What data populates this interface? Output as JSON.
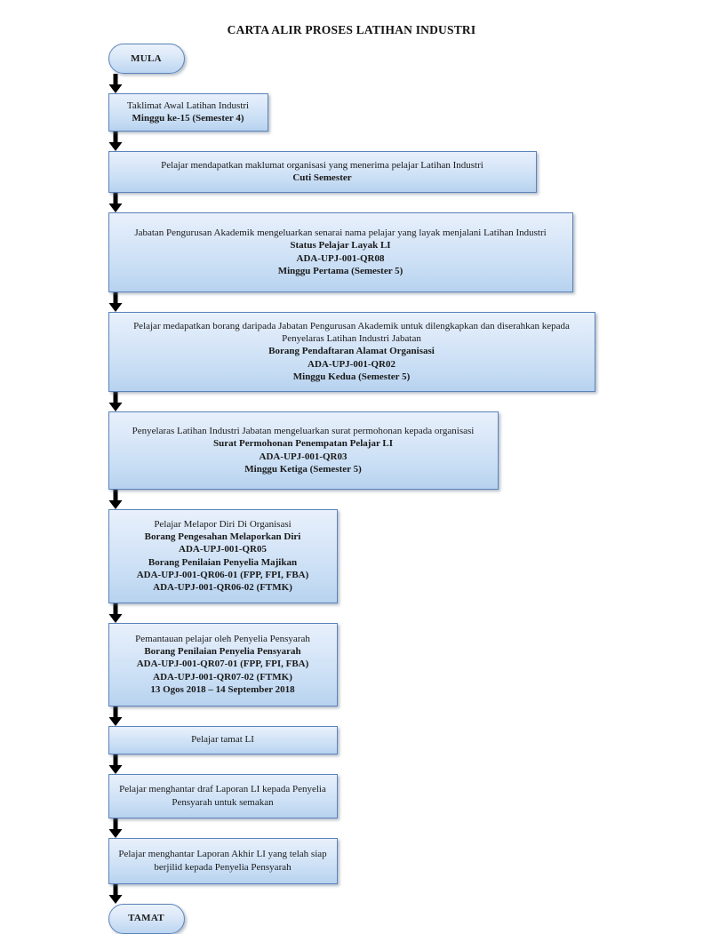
{
  "title": "CARTA ALIR PROSES LATIHAN INDUSTRI",
  "colors": {
    "node_fill_top": "#e8f0fb",
    "node_fill_bottom": "#b7d2ef",
    "node_border": "#5b83b9",
    "arrow": "#000000",
    "text": "#1a1a1a",
    "page_background": "#ffffff"
  },
  "nodes": [
    {
      "id": "start",
      "shape": "terminator",
      "name": "mula",
      "lines": [
        {
          "text": "MULA",
          "bold": true
        }
      ]
    },
    {
      "id": "step1",
      "shape": "process",
      "name": "taklimat-awal",
      "lines": [
        {
          "text": "Taklimat Awal Latihan Industri",
          "bold": false
        },
        {
          "text": "Minggu ke-15  (Semester 4)",
          "bold": true
        }
      ]
    },
    {
      "id": "step2",
      "shape": "process",
      "name": "maklumat-organisasi",
      "lines": [
        {
          "text": "Pelajar mendapatkan maklumat organisasi yang menerima pelajar Latihan Industri",
          "bold": false
        },
        {
          "text": "Cuti Semester",
          "bold": true
        }
      ]
    },
    {
      "id": "step3",
      "shape": "process",
      "name": "senarai-pelajar-layak",
      "lines": [
        {
          "text": "Jabatan Pengurusan Akademik mengeluarkan senarai nama pelajar yang layak menjalani Latihan Industri",
          "bold": false,
          "wrapped": true
        },
        {
          "text": "Status Pelajar Layak LI",
          "bold": true
        },
        {
          "text": "ADA-UPJ-001-QR08",
          "bold": true
        },
        {
          "text": "Minggu Pertama (Semester 5)",
          "bold": true
        }
      ]
    },
    {
      "id": "step4",
      "shape": "process",
      "name": "borang-pendaftaran-alamat",
      "lines": [
        {
          "text": "Pelajar medapatkan borang daripada Jabatan Pengurusan Akademik untuk dilengkapkan dan diserahkan kepada Penyelaras Latihan Industri Jabatan",
          "bold": false,
          "wrapped": true
        },
        {
          "text": "Borang Pendaftaran Alamat Organisasi",
          "bold": true
        },
        {
          "text": "ADA-UPJ-001-QR02",
          "bold": true
        },
        {
          "text": "Minggu Kedua (Semester 5)",
          "bold": true
        }
      ]
    },
    {
      "id": "step5",
      "shape": "process",
      "name": "surat-permohonan-organisasi",
      "lines": [
        {
          "text": "Penyelaras Latihan Industri Jabatan mengeluarkan surat permohonan kepada organisasi",
          "bold": false,
          "wrapped": true
        },
        {
          "text": "Surat Permohonan Penempatan Pelajar LI",
          "bold": true
        },
        {
          "text": "ADA-UPJ-001-QR03",
          "bold": true
        },
        {
          "text": "Minggu Ketiga (Semester 5)",
          "bold": true
        }
      ]
    },
    {
      "id": "step6",
      "shape": "process",
      "name": "melapor-diri-organisasi",
      "lines": [
        {
          "text": "Pelajar Melapor Diri Di Organisasi",
          "bold": false
        },
        {
          "text": "Borang Pengesahan Melaporkan Diri",
          "bold": true
        },
        {
          "text": "ADA-UPJ-001-QR05",
          "bold": true
        },
        {
          "text": "Borang Penilaian Penyelia Majikan",
          "bold": true
        },
        {
          "text": "ADA-UPJ-001-QR06-01 (FPP, FPI, FBA)",
          "bold": true
        },
        {
          "text": "ADA-UPJ-001-QR06-02 (FTMK)",
          "bold": true
        }
      ]
    },
    {
      "id": "step7",
      "shape": "process",
      "name": "pemantauan-penyelia-pensyarah",
      "lines": [
        {
          "text": "Pemantauan pelajar oleh Penyelia Pensyarah",
          "bold": false
        },
        {
          "text": "Borang Penilaian Penyelia Pensyarah",
          "bold": true
        },
        {
          "text": "ADA-UPJ-001-QR07-01 (FPP, FPI, FBA)",
          "bold": true
        },
        {
          "text": "ADA-UPJ-001-QR07-02 (FTMK)",
          "bold": true
        },
        {
          "text": "13 Ogos 2018 – 14 September 2018",
          "bold": true
        }
      ]
    },
    {
      "id": "step8",
      "shape": "process",
      "name": "pelajar-tamat-li",
      "lines": [
        {
          "text": "Pelajar tamat LI",
          "bold": false
        }
      ]
    },
    {
      "id": "step9",
      "shape": "process",
      "name": "draf-laporan-li",
      "lines": [
        {
          "text": "Pelajar menghantar draf Laporan LI kepada Penyelia Pensyarah untuk semakan",
          "bold": false,
          "wrapped": true
        }
      ]
    },
    {
      "id": "step10",
      "shape": "process",
      "name": "laporan-akhir-li",
      "lines": [
        {
          "text": "Pelajar menghantar Laporan Akhir LI yang telah siap berjilid kepada Penyelia Pensyarah",
          "bold": false,
          "wrapped": true
        }
      ]
    },
    {
      "id": "end",
      "shape": "terminator",
      "name": "tamat",
      "lines": [
        {
          "text": "TAMAT",
          "bold": true
        }
      ]
    }
  ]
}
